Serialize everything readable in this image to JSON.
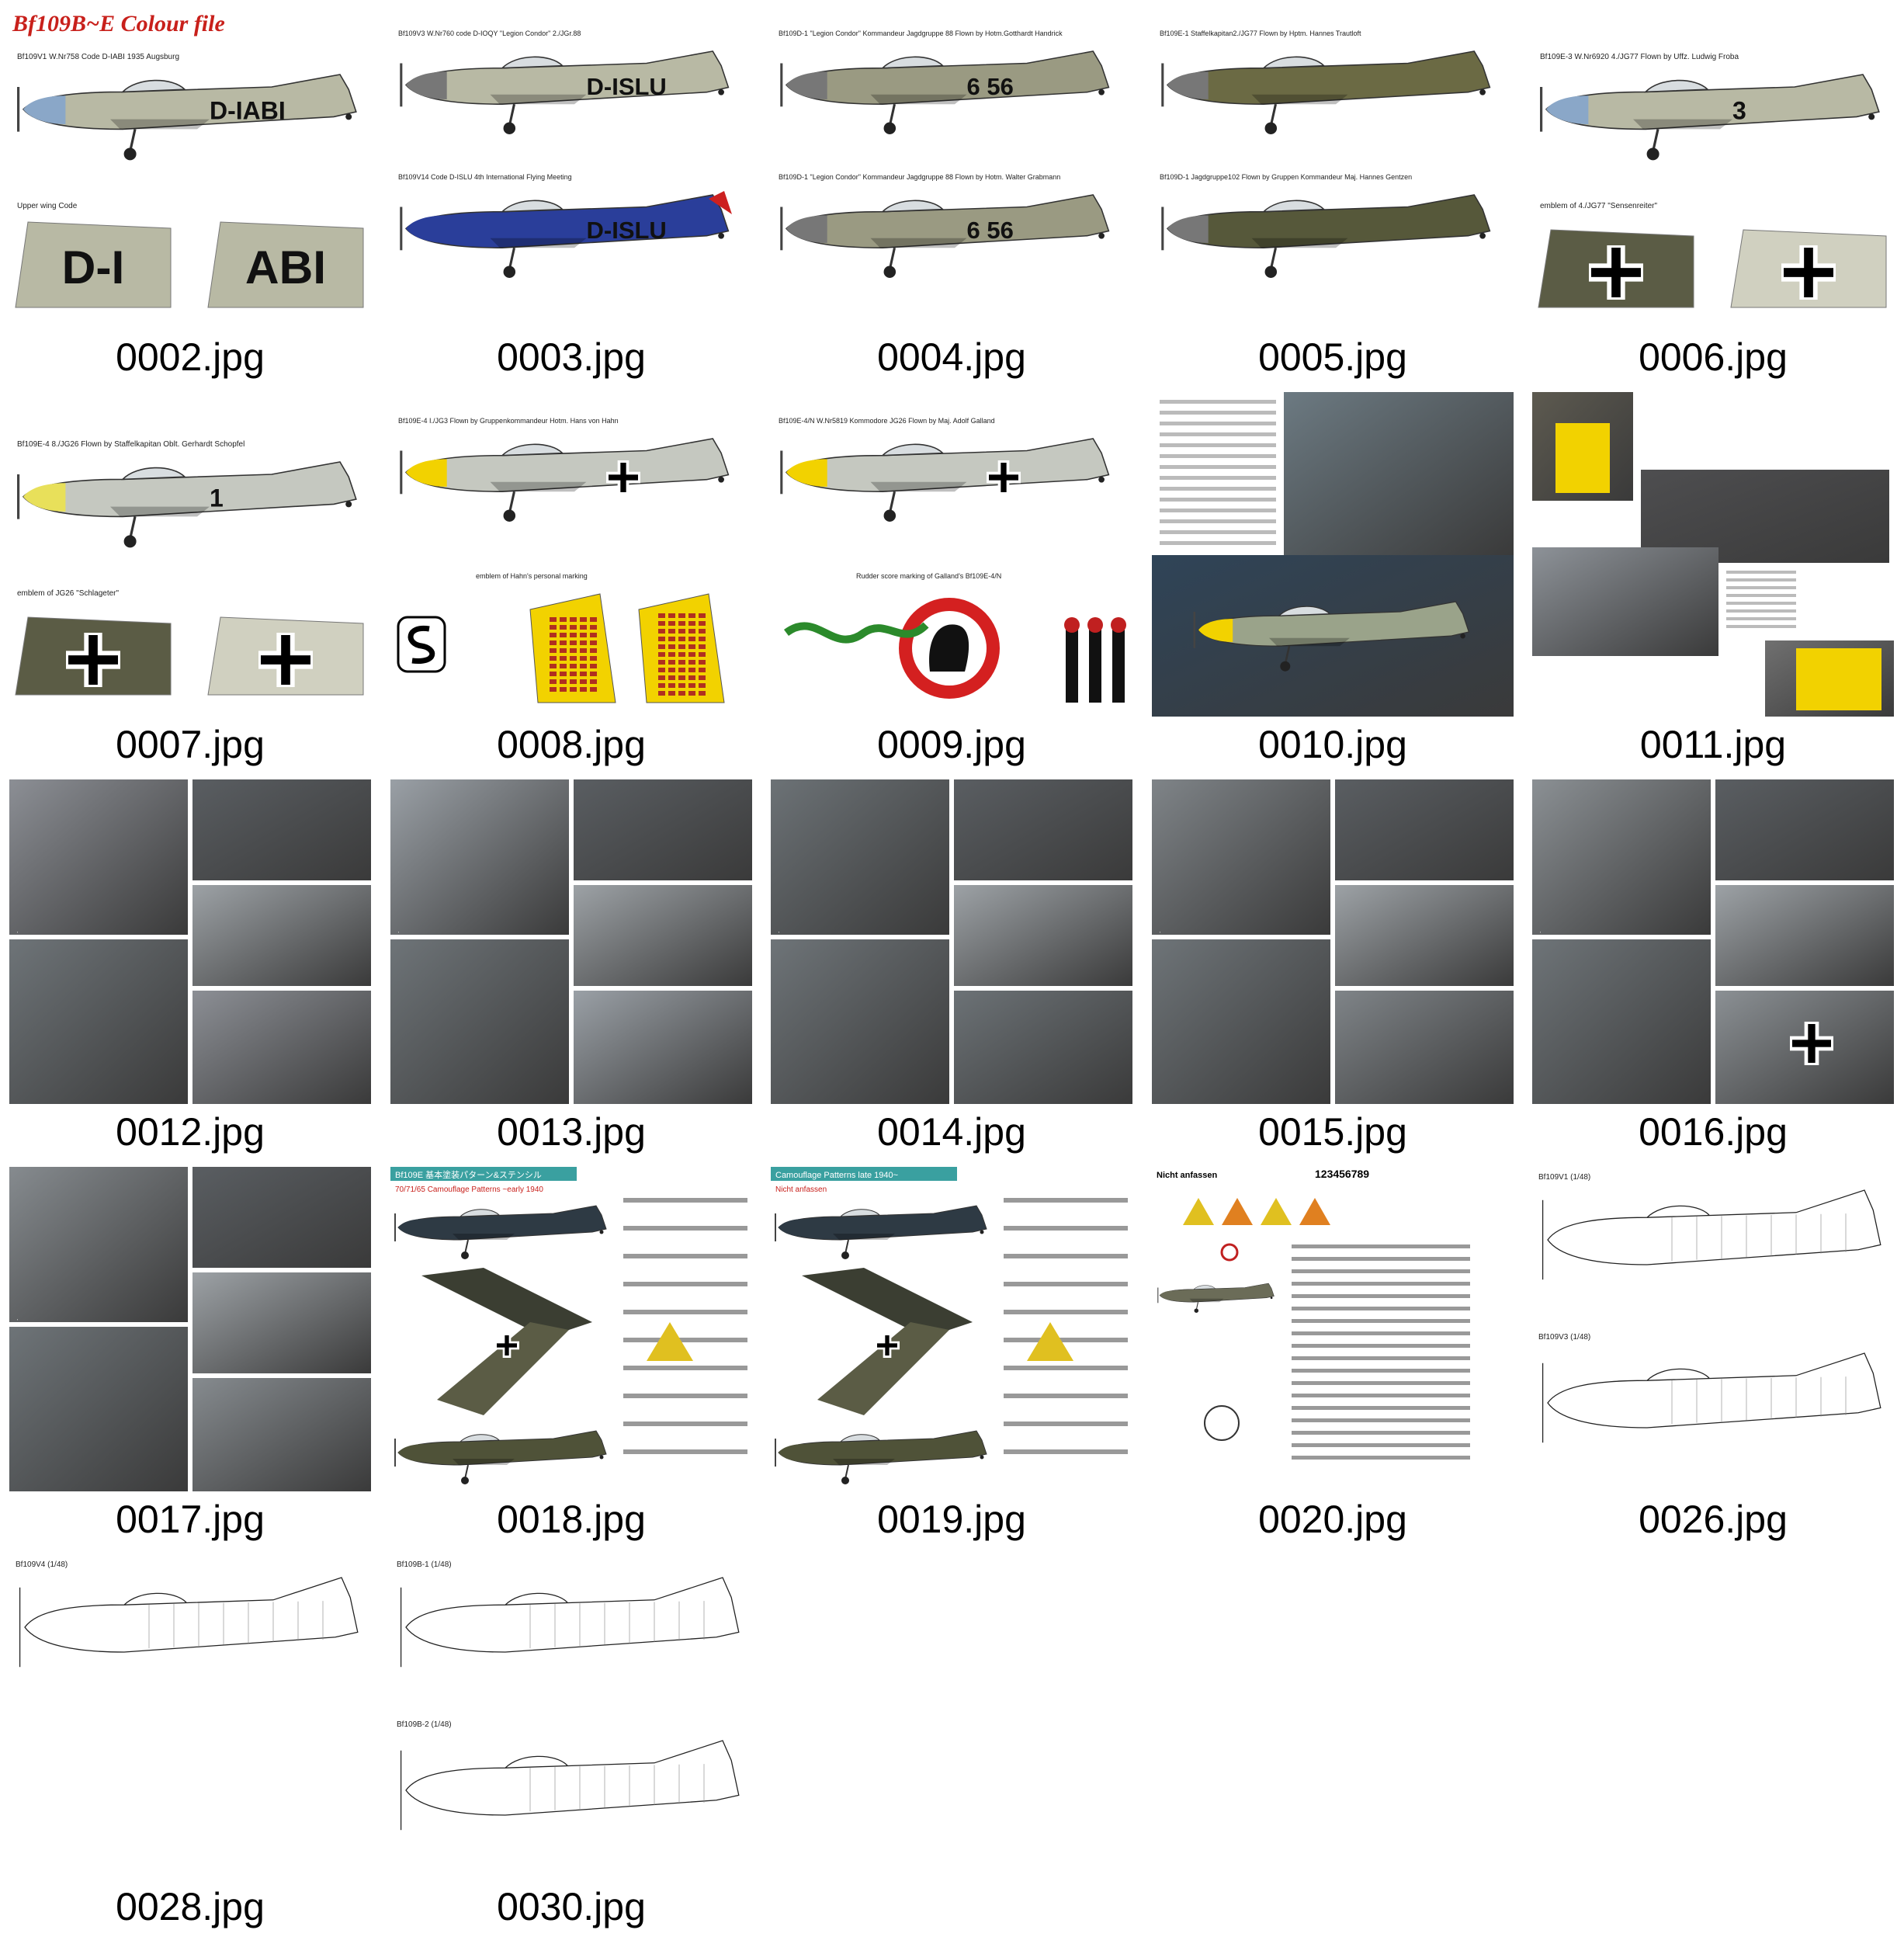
{
  "files": [
    {
      "name": "0002.jpg",
      "kind": "profile",
      "heading": "Bf109B~E Colour file",
      "caption": "Bf109V1 W.Nr758 Code D-IABI 1935 Augsburg",
      "code": "D-IABI",
      "sub": "Upper wing Code",
      "wing_left": "D-I",
      "wing_right": "ABI"
    },
    {
      "name": "0003.jpg",
      "kind": "profile2",
      "caption": "Bf109V3 W.Nr760 code D-IOQY \"Legion Condor\" 2./JGr.88",
      "caption2": "Bf109V14 Code D-ISLU 4th International Flying Meeting",
      "code": "D-ISLU"
    },
    {
      "name": "0004.jpg",
      "kind": "profile2",
      "caption": "Bf109D-1 \"Legion Condor\" Kommandeur Jagdgruppe 88 Flown by Hotm.Gotthardt Handrick",
      "caption2": "Bf109D-1 \"Legion Condor\" Kommandeur Jagdgruppe 88 Flown by Hotm. Walter Grabmann",
      "code": "6 56"
    },
    {
      "name": "0005.jpg",
      "kind": "profile2",
      "caption": "Bf109E-1 Staffelkapitan2./JG77 Flown by Hptm. Hannes Trautloft",
      "caption2": "Bf109D-1 Jagdgruppe102 Flown by Gruppen Kommandeur Maj. Hannes Gentzen",
      "code": ""
    },
    {
      "name": "0006.jpg",
      "kind": "profile",
      "heading": "",
      "caption": "Bf109E-3 W.Nr6920 4./JG77 Flown by Uffz. Ludwig Froba",
      "code": "3",
      "sub": "emblem of 4./JG77 \"Sensenreiter\"",
      "wing_left": "",
      "wing_right": ""
    },
    {
      "name": "0007.jpg",
      "kind": "profile",
      "heading": "",
      "caption": "Bf109E-4 8./JG26 Flown by Staffelkapitan Oblt. Gerhardt Schopfel",
      "code": "1",
      "sub": "emblem of JG26 \"Schlageter\"",
      "wing_left": "",
      "wing_right": ""
    },
    {
      "name": "0008.jpg",
      "kind": "emblem",
      "caption": "Bf109E-4 I./JG3 Flown by Gruppenkommandeur Hotm. Hans von Hahn",
      "sub": "emblem of Hahn's personal marking"
    },
    {
      "name": "0009.jpg",
      "kind": "emblem",
      "caption": "Bf109E-4/N W.Nr5819 Kommodore JG26 Flown by Maj. Adolf Galland",
      "sub": "Rudder score marking of Galland's Bf109E-4/N"
    },
    {
      "name": "0010.jpg",
      "kind": "photo",
      "caption": ""
    },
    {
      "name": "0011.jpg",
      "kind": "photo",
      "caption": ""
    },
    {
      "name": "0012.jpg",
      "kind": "photo",
      "caption": ""
    },
    {
      "name": "0013.jpg",
      "kind": "photo",
      "caption": ""
    },
    {
      "name": "0014.jpg",
      "kind": "photo",
      "caption": ""
    },
    {
      "name": "0015.jpg",
      "kind": "photo",
      "caption": ""
    },
    {
      "name": "0016.jpg",
      "kind": "photo",
      "caption": ""
    },
    {
      "name": "0017.jpg",
      "kind": "photo",
      "caption": ""
    },
    {
      "name": "0018.jpg",
      "kind": "camo",
      "caption": "Bf109E 基本塗装パターン&ステンシル",
      "sub": "70/71/65 Camouflage Patterns ~early 1940"
    },
    {
      "name": "0019.jpg",
      "kind": "camo",
      "caption": "Camouflage Patterns late 1940~",
      "sub": "Nicht anfassen"
    },
    {
      "name": "0020.jpg",
      "kind": "stencil",
      "caption": "Nicht anfassen",
      "sub": "123456789"
    },
    {
      "name": "0026.jpg",
      "kind": "drawing",
      "caption": "Bf109V1 (1/48)",
      "caption2": "Bf109V3 (1/48)"
    },
    {
      "name": "0028.jpg",
      "kind": "drawing1",
      "caption": "Bf109V4 (1/48)"
    },
    {
      "name": "0030.jpg",
      "kind": "drawing",
      "caption": "Bf109B-1 (1/48)",
      "caption2": "Bf109B-2 (1/48)"
    }
  ],
  "colors": {
    "background": "#ffffff",
    "text": "#000000",
    "heading_red": "#c8201b",
    "rlm_grey": "#b8b9a4",
    "rlm_green": "#5b5c45",
    "rlm_blue": "#9ab0c0",
    "nose_yellow": "#f2d200"
  }
}
